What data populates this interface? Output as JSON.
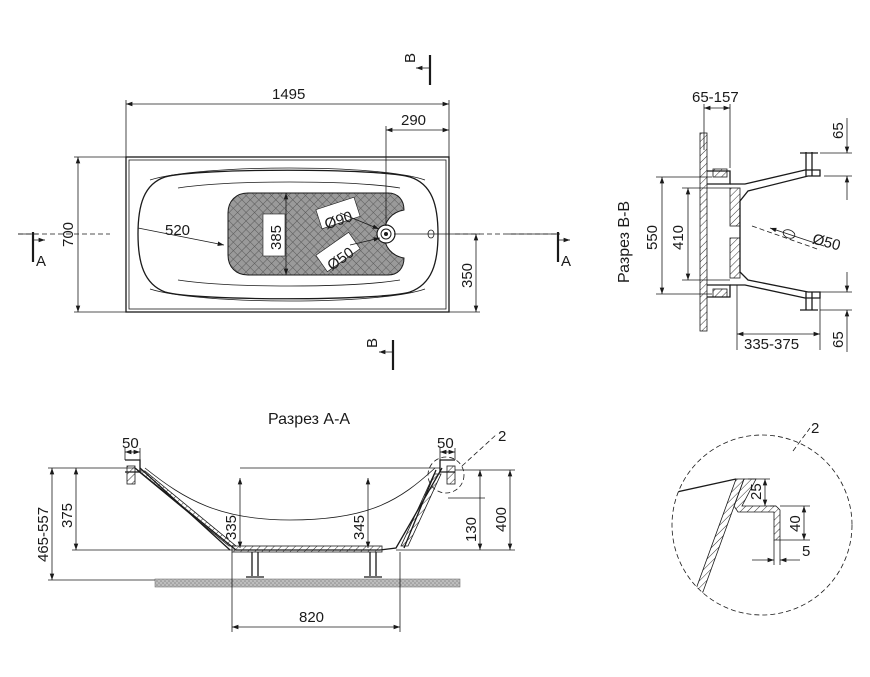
{
  "top_view": {
    "length": "1495",
    "width": "700",
    "drain_offset": "290",
    "seat_reach": "520",
    "pad_width": "385",
    "overflow_dia": "Ø90",
    "drain_dia": "Ø50",
    "drain_from_edge": "350",
    "section_a": "A",
    "section_b": "B"
  },
  "section_bb": {
    "title": "Разрез В-В",
    "wall_gap": "65-157",
    "top_offset": "65",
    "total_height": "550",
    "inner_height": "410",
    "pipe_dia": "Ø50",
    "depth_range": "335-375",
    "bottom_offset": "65"
  },
  "section_aa": {
    "title": "Разрез А-А",
    "rim_left": "50",
    "rim_right": "50",
    "detail_ref": "2",
    "total_height": "465-557",
    "depth": "375",
    "inner_left": "335",
    "inner_right": "345",
    "leg_height": "130",
    "height_400": "400",
    "leg_spacing": "820"
  },
  "detail": {
    "ref": "2",
    "lip": "25",
    "step": "40",
    "gap": "5"
  }
}
